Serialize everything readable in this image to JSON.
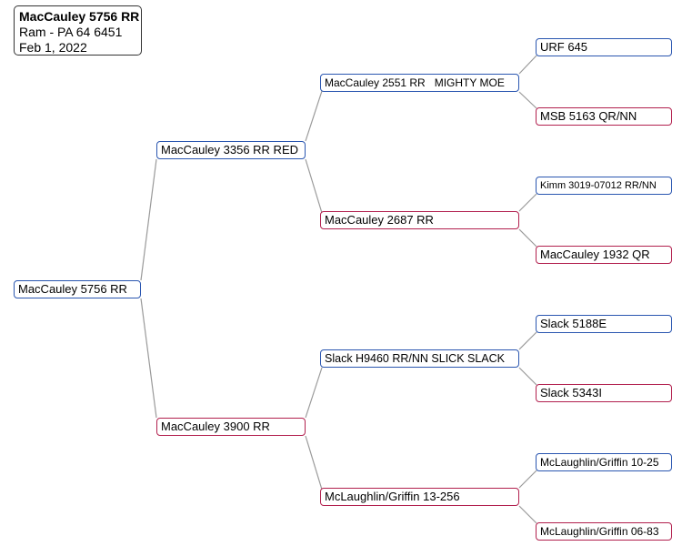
{
  "header": {
    "name": "MacCauley 5756 RR",
    "subtitle": "Ram - PA 64 6451",
    "date": "Feb 1, 2022"
  },
  "colors": {
    "sire": "#2a56b0",
    "dam": "#b2204e",
    "connector": "#9a9a9a"
  },
  "pedigree": {
    "subject": "MacCauley 5756 RR",
    "sire": "MacCauley 3356 RR RED",
    "dam": "MacCauley 3900 RR",
    "sire_sire": "MacCauley 2551 RR   MIGHTY MOE",
    "sire_dam": "MacCauley 2687 RR",
    "dam_sire": "Slack H9460 RR/NN SLICK SLACK",
    "dam_dam": "McLaughlin/Griffin 13-256",
    "sire_sire_sire": "URF 645",
    "sire_sire_dam": "MSB 5163 QR/NN",
    "sire_dam_sire": "Kimm 3019-07012 RR/NN",
    "sire_dam_dam": "MacCauley 1932 QR",
    "dam_sire_sire": "Slack 5188E",
    "dam_sire_dam": "Slack 5343I",
    "dam_dam_sire": "McLaughlin/Griffin 10-25",
    "dam_dam_dam": "McLaughlin/Griffin 06-83"
  }
}
